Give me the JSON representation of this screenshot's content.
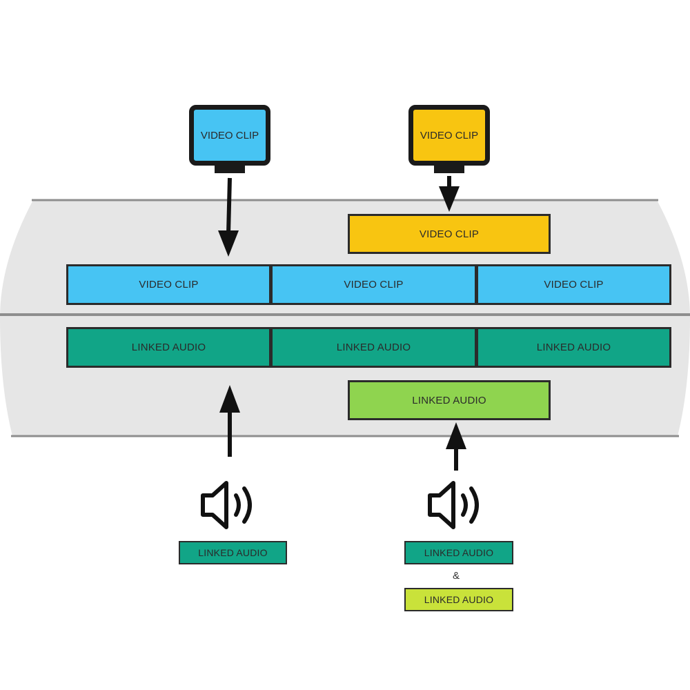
{
  "colors": {
    "band": "#e6e6e6",
    "band_line": "#8e8e8e",
    "video_blue": "#47c4f3",
    "video_yellow": "#f8c511",
    "audio_teal": "#11a587",
    "audio_green": "#8fd44f",
    "audio_lime": "#c9e23a",
    "ink": "#111111"
  },
  "monitors": {
    "blue_label": "VIDEO CLIP",
    "yellow_label": "VIDEO CLIP"
  },
  "track": {
    "upper_video_label": "VIDEO CLIP",
    "video_labels": [
      "VIDEO CLIP",
      "VIDEO CLIP",
      "VIDEO CLIP"
    ],
    "audio_labels": [
      "LINKED AUDIO",
      "LINKED AUDIO",
      "LINKED AUDIO"
    ],
    "lower_audio_label": "LINKED AUDIO"
  },
  "sources": {
    "left_audio_label": "LINKED AUDIO",
    "right_audio_label_1": "LINKED AUDIO",
    "ampersand": "&",
    "right_audio_label_2": "LINKED AUDIO"
  },
  "icons": [
    "speaker-icon",
    "speaker-icon",
    "down-arrow",
    "up-arrow"
  ]
}
